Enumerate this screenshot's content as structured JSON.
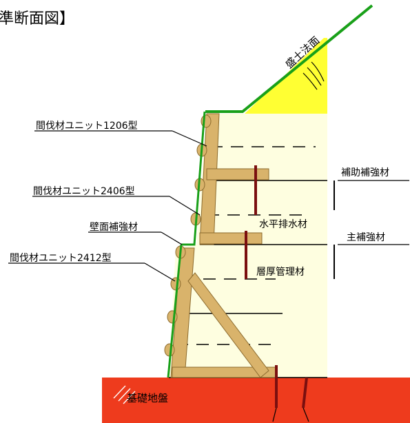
{
  "title": "準断面図】",
  "labels": {
    "unit_1206": "間伐材ユニット1206型",
    "unit_2406": "間伐材ユニット2406型",
    "wall_reinforcement": "壁面補強材",
    "unit_2412": "間伐材ユニット2412型",
    "embankment_slope": "盛土法面",
    "aux_reinforcement": "補助補強材",
    "horizontal_drain": "水平排水材",
    "main_reinforcement": "主補強材",
    "layer_thickness_control": "層厚管理材",
    "foundation_ground": "基礎地盤"
  },
  "colors": {
    "fill_soil": "#fefee0",
    "slope_fill": "#ffff33",
    "timber": "#d9b36b",
    "timber_edge": "#8c6b2e",
    "slope_line": "#19a019",
    "foundation": "#ee3b1d",
    "rebar": "#7a0f0f",
    "lines": "#000000"
  }
}
